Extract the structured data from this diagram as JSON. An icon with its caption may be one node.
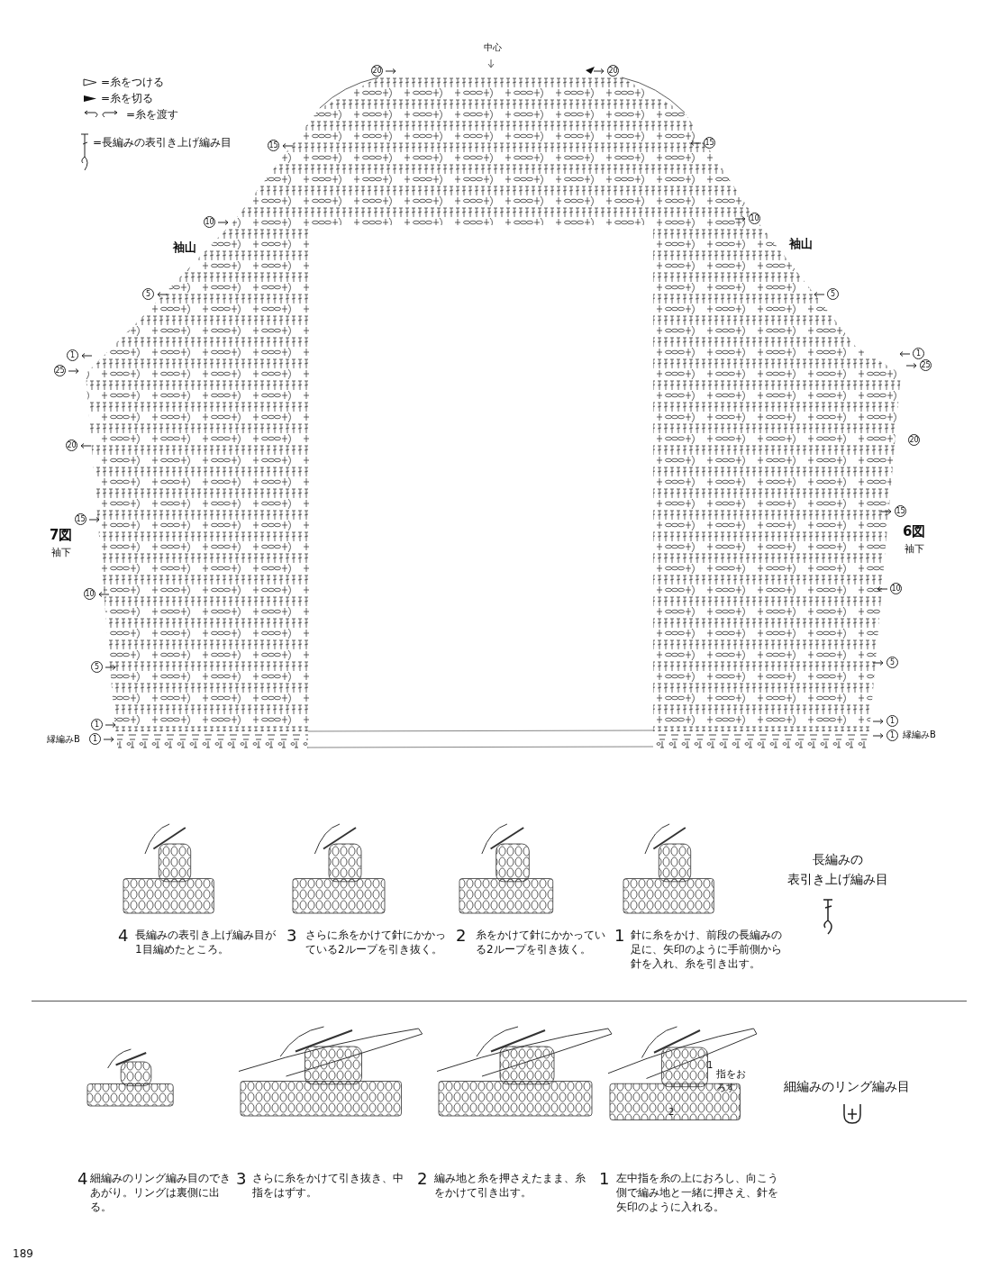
{
  "diagram": {
    "labels": [
      "中心",
      "20",
      "20",
      "=糸をつける",
      "=糸を切る",
      "=糸を渡す",
      "=長編みの表引き上げ編み目",
      "15",
      "15",
      "10",
      "10",
      "袖山",
      "袖山",
      "5",
      "5",
      "1",
      "1",
      "25",
      "25",
      "20",
      "20",
      "15",
      "15",
      "7図",
      "袖下",
      "6図",
      "袖下",
      "10",
      "10",
      "5",
      "5",
      "1",
      "1",
      "縁編みB",
      "1",
      "1",
      "縁編みB",
      "長編みの",
      "表引き上げ編み目",
      "4",
      "長編みの表引き上げ編み目が1目編めたところ。",
      "3",
      "さらに糸をかけて針にかかっている2ループを引き抜く。",
      "2",
      "糸をかけて針にかかっている2ループを引き抜く。",
      "1",
      "針に糸をかけ、前段の長編みの足に、矢印のように手前側から針を入れ、糸を引き出す。",
      "細編みのリング編み目",
      "1",
      "指をおろす",
      "2",
      "4",
      "細編みのリング編み目のできあがり。リングは裏側に出る。",
      "3",
      "さらに糸をかけて引き抜き、中指をはずす。",
      "2",
      "編み地と糸を押さえたまま、糸をかけて引き出す。",
      "1",
      "左中指を糸の上におろし、向こう側で編み地と一緒に押さえ、針を矢印のように入れる。",
      "189"
    ]
  }
}
